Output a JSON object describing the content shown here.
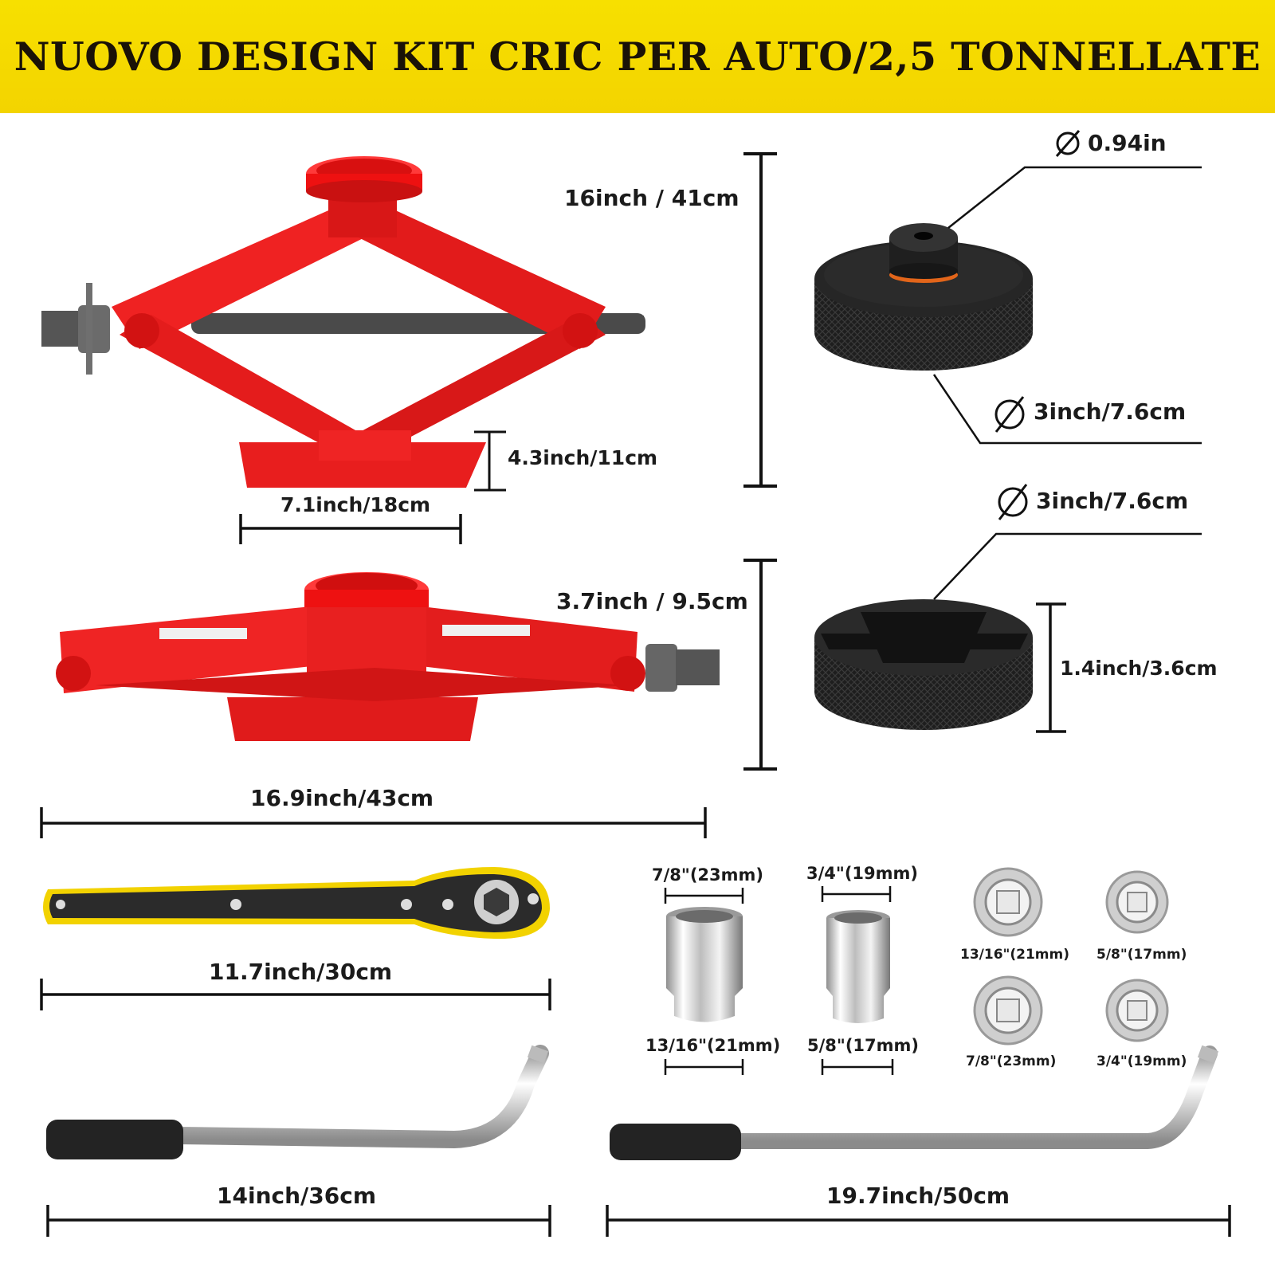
{
  "header": {
    "title": "NUOVO DESIGN KIT CRIC PER AUTO/2,5 TONNELLATE"
  },
  "colors": {
    "banner": "#f5da00",
    "jack_red": "#ee2020",
    "pad_black": "#1d1d1d",
    "ratchet_yellow": "#f2d200"
  },
  "scissor_jack": {
    "max_height": "16inch / 41cm",
    "base_height": "4.3inch/11cm",
    "base_width": "7.1inch/18cm",
    "folded_height": "3.7inch / 9.5cm",
    "length": "16.9inch/43cm"
  },
  "pad_round": {
    "hole_diameter": "0.94in",
    "diameter": "3inch/7.6cm"
  },
  "pad_slotted": {
    "diameter": "3inch/7.6cm",
    "height": "1.4inch/3.6cm"
  },
  "ratchet_wrench": {
    "length": "11.7inch/30cm"
  },
  "sockets_long": [
    {
      "top": "7/8\"(23mm)",
      "bottom": "13/16\"(21mm)"
    },
    {
      "top": "3/4\"(19mm)",
      "bottom": "5/8\"(17mm)"
    }
  ],
  "sockets_end": [
    "13/16\"(21mm)",
    "5/8\"(17mm)",
    "7/8\"(23mm)",
    "3/4\"(19mm)"
  ],
  "lug_wrenches": {
    "short": "14inch/36cm",
    "long": "19.7inch/50cm"
  }
}
